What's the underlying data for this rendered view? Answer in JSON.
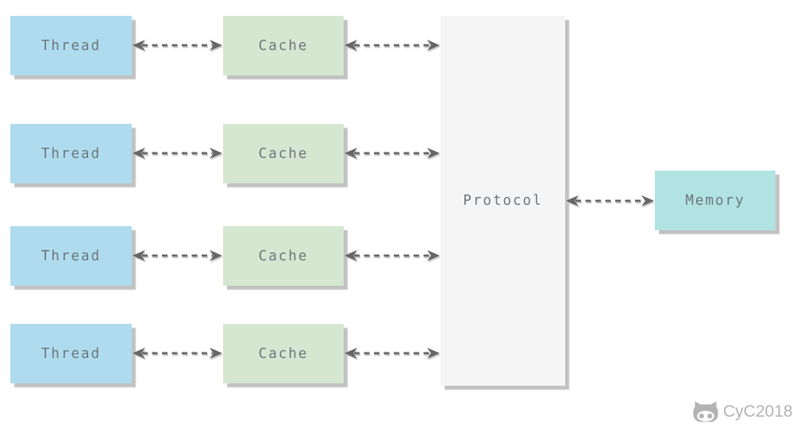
{
  "canvas": {
    "background": "#ffffff"
  },
  "nodes": {
    "thread": {
      "label": "Thread",
      "fill": "#aedcee",
      "count": 4
    },
    "cache": {
      "label": "Cache",
      "fill": "#d5e7d0",
      "count": 4
    },
    "protocol": {
      "label": "Protocol",
      "fill": "#f5f5f5"
    },
    "memory": {
      "label": "Memory",
      "fill": "#b1e3e2"
    }
  },
  "connections": {
    "style": "dashed double-headed arrow",
    "pairs": [
      "thread-1 <-> cache-1",
      "thread-2 <-> cache-2",
      "thread-3 <-> cache-3",
      "thread-4 <-> cache-4",
      "cache-1 <-> protocol",
      "cache-2 <-> protocol",
      "cache-3 <-> protocol",
      "cache-4 <-> protocol",
      "protocol <-> memory"
    ]
  },
  "colors": {
    "background": "#ffffff",
    "arrow": "#666666",
    "arrow_shadow": "#cacaca",
    "label_text": "#6e767d",
    "box_shadow": "#c2c2c2",
    "watermark": "#b3b3b3"
  },
  "watermark": {
    "label": "CyC2018",
    "icon": "octocat-icon"
  }
}
